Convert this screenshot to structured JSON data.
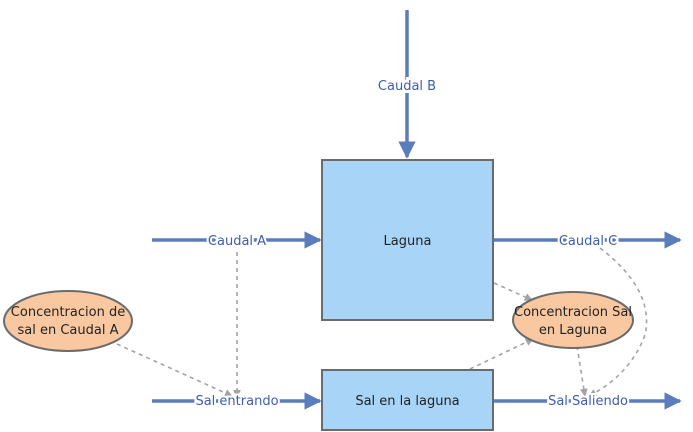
{
  "diagram": {
    "stocks": {
      "laguna": {
        "label": "Laguna"
      },
      "sal_en_la_laguna": {
        "label": "Sal en la laguna"
      }
    },
    "flows": {
      "caudal_a": {
        "label": "Caudal A"
      },
      "caudal_b": {
        "label": "Caudal B"
      },
      "caudal_c": {
        "label": "Caudal C"
      },
      "sal_entrando": {
        "label": "Sal entrando"
      },
      "sal_saliendo": {
        "label": "Sal Saliendo"
      }
    },
    "variables": {
      "concentracion_caudal_a": {
        "line1": "Concentracion de",
        "line2": "sal en Caudal A"
      },
      "concentracion_laguna": {
        "line1": "Concentracion Sal",
        "line2": "en Laguna"
      }
    }
  },
  "colors": {
    "stock_fill": "#a8d4f7",
    "stock_stroke": "#6b6b6b",
    "flow_arrow": "#5b7dbc",
    "flow_text": "#3e5ea8",
    "variable_fill": "#f9c8a0",
    "variable_stroke": "#6b6b6b",
    "link_dashed": "#a3a3a3"
  }
}
